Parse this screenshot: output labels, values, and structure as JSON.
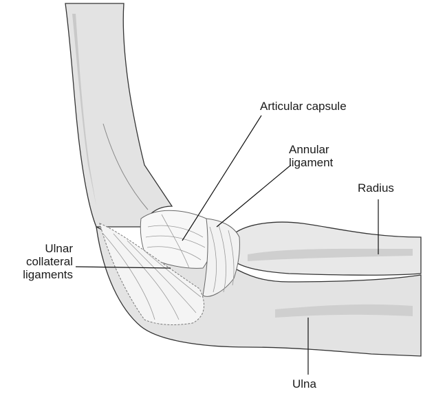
{
  "diagram": {
    "labels": {
      "articular_capsule": "Articular capsule",
      "annular_ligament": [
        "Annular",
        "ligament"
      ],
      "radius": "Radius",
      "ulnar_collateral_ligaments": [
        "Ulnar",
        "collateral",
        "ligaments"
      ],
      "ulna": "Ulna"
    },
    "colors": {
      "bone_fill": "#e3e3e3",
      "bone_shadow": "#c9c9c9",
      "outline": "#333333",
      "ligament": "#f7f7f7",
      "leader_line": "#111111"
    }
  }
}
